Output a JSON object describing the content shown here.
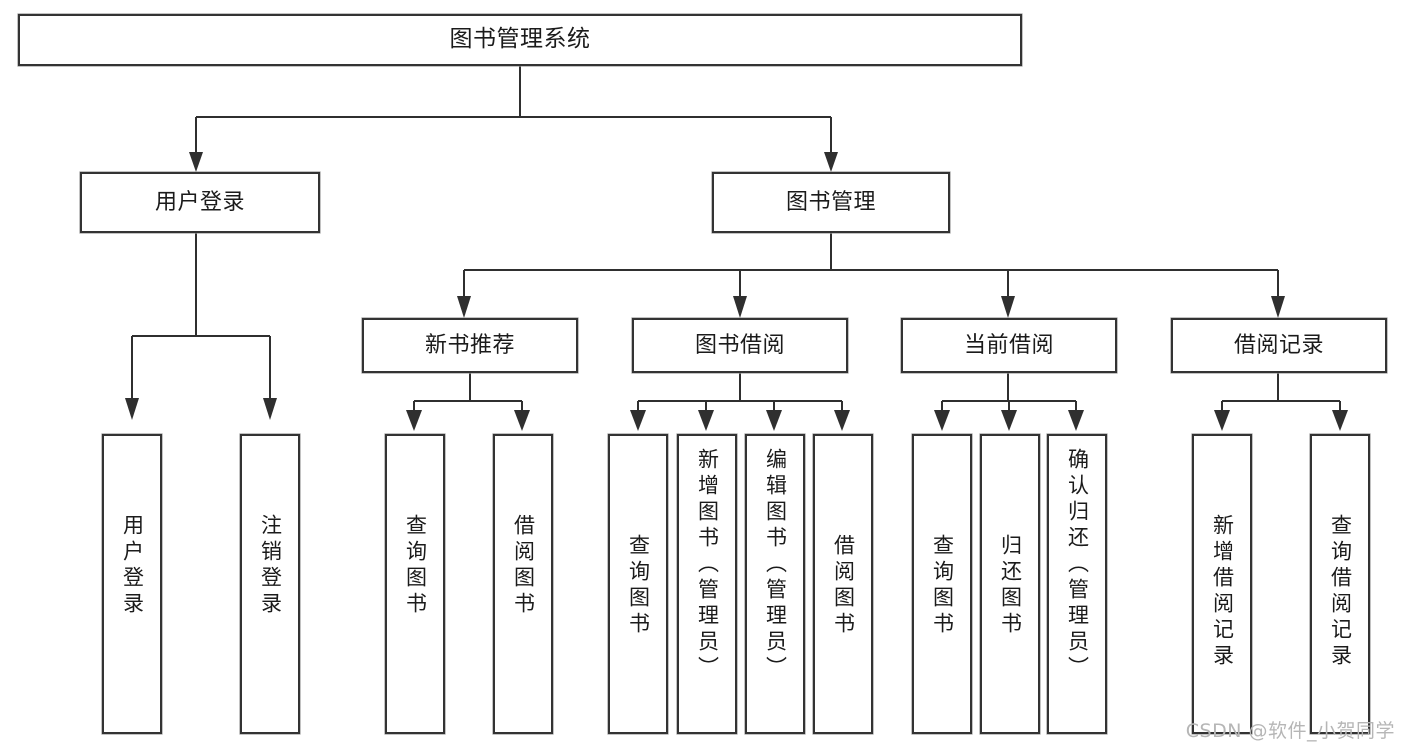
{
  "diagram": {
    "type": "tree-hierarchy",
    "title": "图书管理系统",
    "orientation": "top-down",
    "colors": {
      "box_border": "#333333",
      "box_fill": "#ffffff",
      "connector": "#2f2f2f",
      "text": "#1b1b1b",
      "watermark": "#b6b6b6"
    },
    "nodes": {
      "root": {
        "label": "图书管理系统"
      },
      "level2": [
        {
          "id": "user-login",
          "label": "用户登录"
        },
        {
          "id": "book-management",
          "label": "图书管理"
        }
      ],
      "level3": [
        {
          "id": "new-book-recommend",
          "label": "新书推荐"
        },
        {
          "id": "book-borrow",
          "label": "图书借阅"
        },
        {
          "id": "current-borrow",
          "label": "当前借阅"
        },
        {
          "id": "borrow-record",
          "label": "借阅记录"
        }
      ],
      "leaves": {
        "user-login": [
          {
            "id": "leaf-user-login",
            "label": "用户登录"
          },
          {
            "id": "leaf-logout",
            "label": "注销登录"
          }
        ],
        "new-book-recommend": [
          {
            "id": "leaf-query-book-1",
            "label": "查询图书"
          },
          {
            "id": "leaf-borrow-book-1",
            "label": "借阅图书"
          }
        ],
        "book-borrow": [
          {
            "id": "leaf-query-book-2",
            "label": "查询图书"
          },
          {
            "id": "leaf-add-book",
            "label": "新增图书（管理员）"
          },
          {
            "id": "leaf-edit-book",
            "label": "编辑图书（管理员）"
          },
          {
            "id": "leaf-borrow-book-2",
            "label": "借阅图书"
          }
        ],
        "current-borrow": [
          {
            "id": "leaf-query-book-3",
            "label": "查询图书"
          },
          {
            "id": "leaf-return-book",
            "label": "归还图书"
          },
          {
            "id": "leaf-confirm-return",
            "label": "确认归还（管理员）"
          }
        ],
        "borrow-record": [
          {
            "id": "leaf-add-record",
            "label": "新增借阅记录"
          },
          {
            "id": "leaf-query-record",
            "label": "查询借阅记录"
          }
        ]
      }
    },
    "watermark": "CSDN @软件_小贺同学"
  }
}
